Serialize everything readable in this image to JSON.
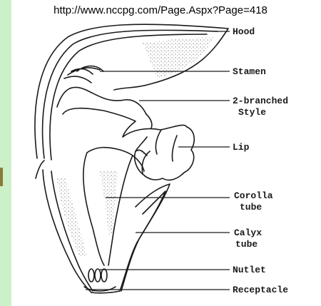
{
  "source_url": "http://www.nccpg.com/Page.Aspx?Page=418",
  "labels": {
    "hood": "Hood",
    "stamen": "Stamen",
    "style_line1": "2-branched",
    "style_line2": "Style",
    "lip": "Lip",
    "corolla_line1": "Corolla",
    "corolla_line2": "tube",
    "calyx_line1": "Calyx",
    "calyx_line2": "tube",
    "nutlet": "Nutlet",
    "receptacle": "Receptacle"
  },
  "colors": {
    "background_frame": "#ccf0c8",
    "line": "#1a1a1a"
  }
}
